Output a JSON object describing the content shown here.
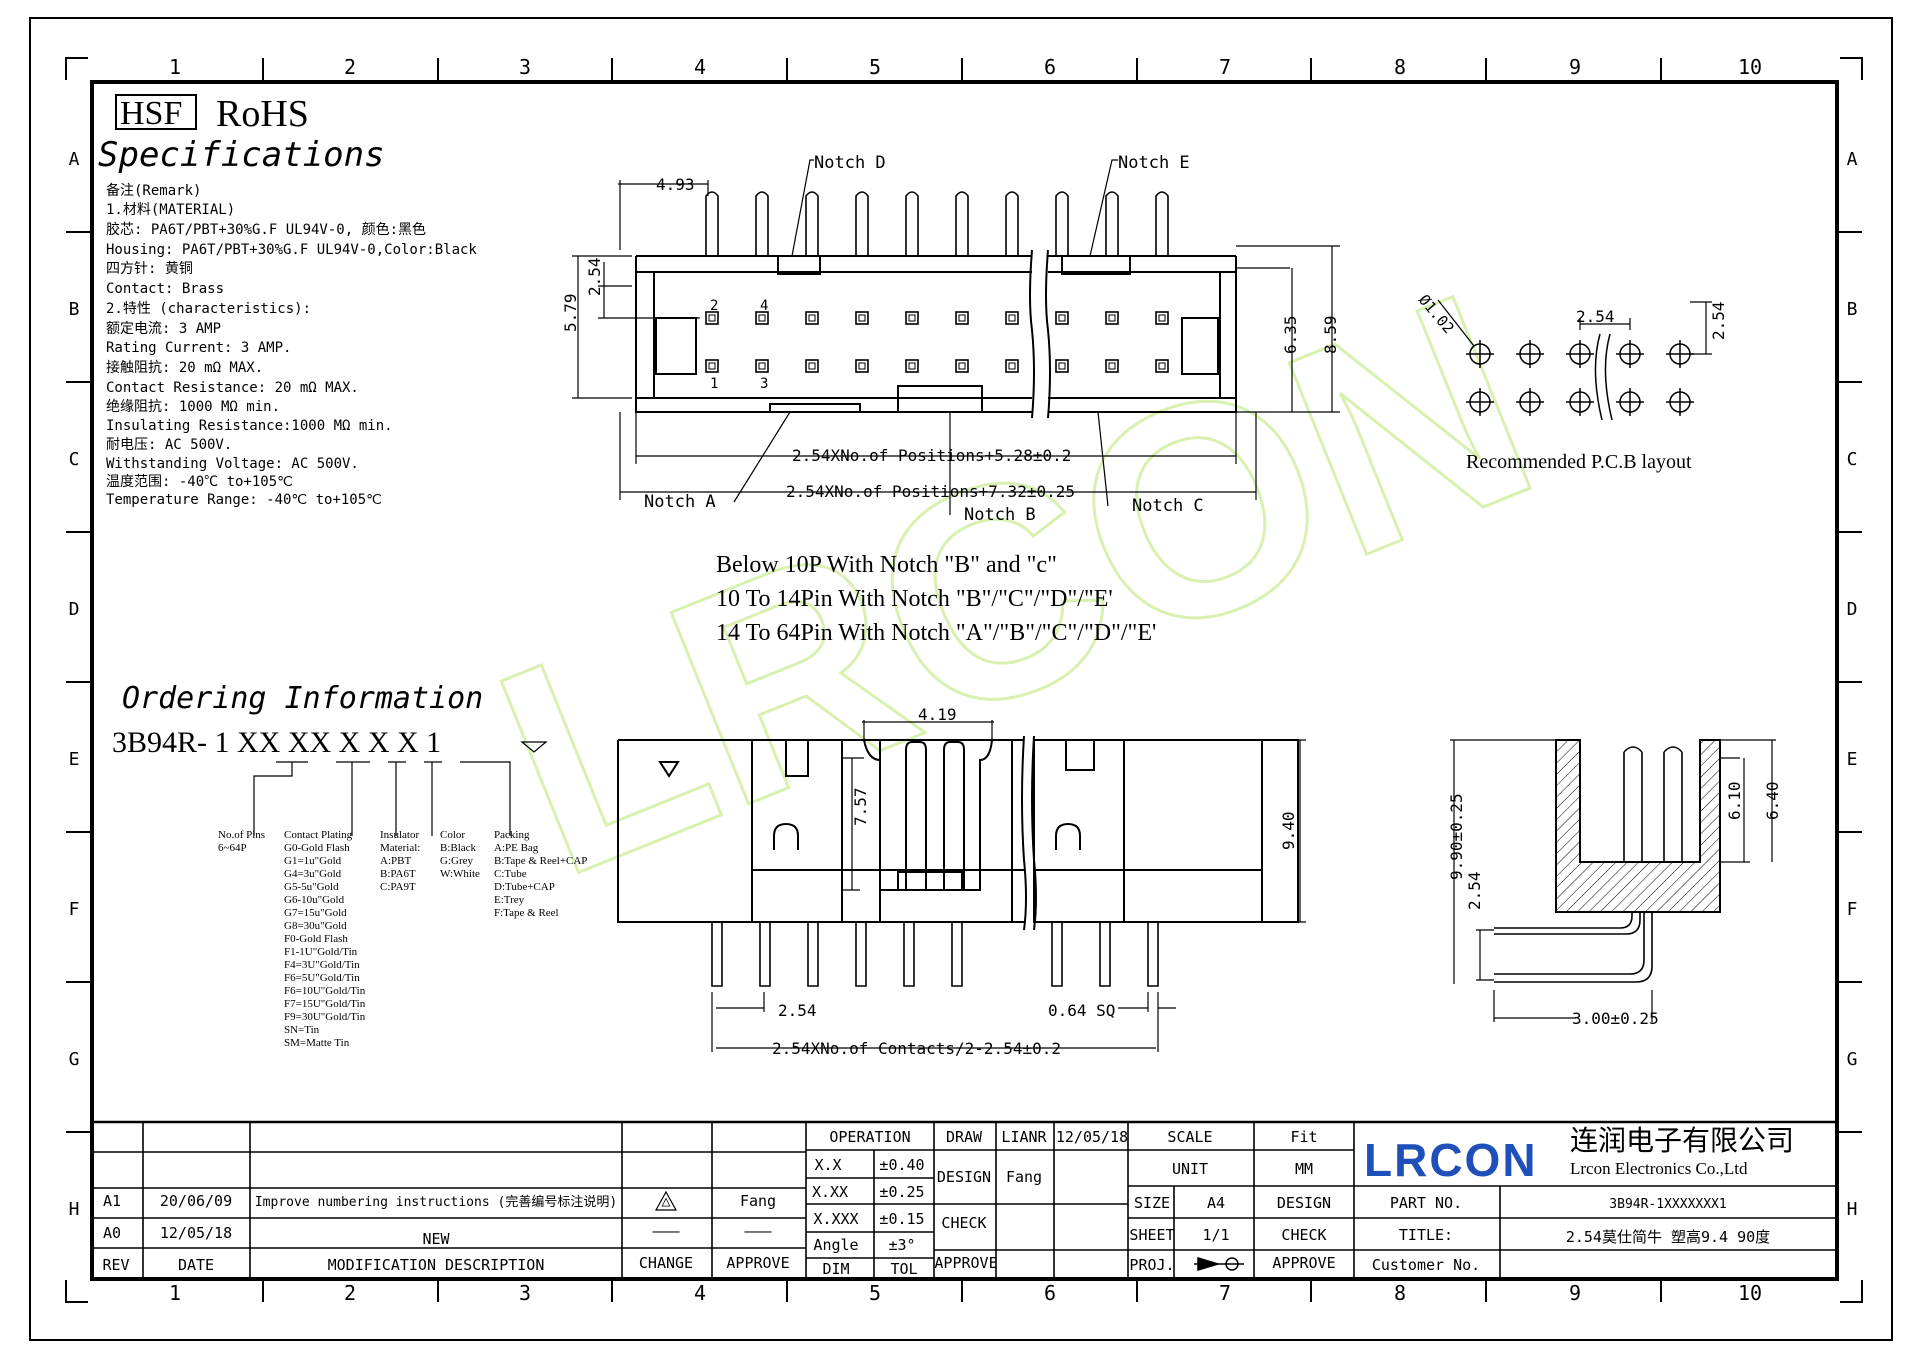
{
  "border": {
    "columns": [
      "1",
      "2",
      "3",
      "4",
      "5",
      "6",
      "7",
      "8",
      "9",
      "10"
    ],
    "rows": [
      "A",
      "B",
      "C",
      "D",
      "E",
      "F",
      "G",
      "H"
    ]
  },
  "header": {
    "hsf": "HSF",
    "rohs": "RoHS",
    "spec_title": "Specifications"
  },
  "specs": [
    "备注(Remark)",
    "1.材料(MATERIAL)",
    "胶芯: PA6T/PBT+30%G.F UL94V-0, 颜色:黑色",
    "Housing: PA6T/PBT+30%G.F UL94V-0,Color:Black",
    "四方针: 黄铜",
    "Contact: Brass",
    "2.特性 (characteristics):",
    "额定电流: 3 AMP",
    "Rating Current: 3 AMP.",
    "接触阻抗: 20 mΩ MAX.",
    "Contact Resistance: 20 mΩ MAX.",
    "绝缘阻抗: 1000 MΩ min.",
    "Insulating Resistance:1000 MΩ min.",
    "耐电压: AC 500V.",
    "Withstanding Voltage: AC 500V.",
    "温度范围: -40℃ to+105℃",
    "Temperature Range: -40℃ to+105℃"
  ],
  "top_view": {
    "notch_a": "Notch A",
    "notch_b": "Notch B",
    "notch_c": "Notch C",
    "notch_d": "Notch D",
    "notch_e": "Notch E",
    "dim_493": "4.93",
    "dim_579": "5.79",
    "dim_254": "2.54",
    "dim_635": "6.35",
    "dim_859": "8.59",
    "dim_528": "2.54XNo.of Positions+5.28±0.2",
    "dim_732": "2.54XNo.of Positions+7.32±0.25",
    "pin_2": "2",
    "pin_4": "4",
    "pin_1": "1",
    "pin_3": "3"
  },
  "pcb": {
    "dia": "Ø1.02",
    "pitch_h": "2.54",
    "pitch_v": "2.54",
    "label": "Recommended P.C.B layout"
  },
  "notes": [
    "Below  10P  With  Notch  \"B\" and \"c\"",
    "10 To 14Pin With Notch \"B\"/\"C\"/\"D\"/\"E'",
    "14 To 64Pin With Notch \"A\"/\"B\"/\"C\"/\"D\"/\"E'"
  ],
  "watermark": "LRCON",
  "ordering": {
    "title": "Ordering Information",
    "part_code": "3B94R- 1 XX XX X X X 1",
    "columns": [
      {
        "lines": [
          "No.of Pins",
          "6~64P"
        ]
      },
      {
        "lines": [
          "Contact Plating",
          "G0-Gold Flash",
          "G1=1u\"Gold",
          "G4=3u\"Gold",
          "G5-5u\"Gold",
          "G6-10u\"Gold",
          "G7=15u\"Gold",
          "G8=30u\"Gold",
          "F0-Gold Flash",
          "F1-1U\"Gold/Tin",
          "F4=3U\"Gold/Tin",
          "F6=5U\"Gold/Tin",
          "F6=10U\"Gold/Tin",
          "F7=15U\"Gold/Tin",
          "F9=30U\"Gold/Tin",
          "SN=Tin",
          "SM=Matte Tin"
        ]
      },
      {
        "lines": [
          "Insulator",
          "Material:",
          "A:PBT",
          "B:PA6T",
          "C:PA9T"
        ]
      },
      {
        "lines": [
          "Color",
          "B:Black",
          "G:Grey",
          "W:White"
        ]
      },
      {
        "lines": [
          "Packing",
          "A:PE Bag",
          "B:Tape & Reel+CAP",
          "C:Tube",
          "D:Tube+CAP",
          "E:Trey",
          "F:Tape & Reel"
        ]
      }
    ]
  },
  "front_view": {
    "dim_419": "4.19",
    "dim_757": "7.57",
    "dim_940": "9.40",
    "dim_254": "2.54",
    "dim_064": "0.64 SQ",
    "dim_contacts": "2.54XNo.of Contacts/2-2.54±0.2"
  },
  "side_view": {
    "dim_990": "9.90±0.25",
    "dim_254": "2.54",
    "dim_610": "6.10",
    "dim_640": "6.40",
    "dim_300": "3.00±0.25"
  },
  "title_block": {
    "operation": "OPERATION",
    "draw": "DRAW",
    "drawer": "LIANR",
    "draw_date": "12/05/18",
    "scale": "SCALE",
    "scale_value": "Fit",
    "unit": "UNIT",
    "unit_value": "MM",
    "design": "DESIGN",
    "designer": "Fang",
    "check": "CHECK",
    "approve": "APPROVE",
    "tol": [
      {
        "label": "X.X",
        "value": "±0.40"
      },
      {
        "label": "X.XX",
        "value": "±0.25"
      },
      {
        "label": "X.XXX",
        "value": "±0.15"
      },
      {
        "label": "Angle",
        "value": "±3°"
      }
    ],
    "dim": "DIM",
    "tol_label": "TOL",
    "size": "SIZE",
    "size_value": "A4",
    "sheet": "SHEET",
    "sheet_value": "1/1",
    "proj": "PROJ.",
    "design2": "DESIGN",
    "check2": "CHECK",
    "approve2": "APPROVE",
    "logo": "LRCON",
    "company_cn": "连润电子有限公司",
    "company_en": "Lrcon Electronics Co.,Ltd",
    "part_no_label": "PART NO.",
    "part_no": "3B94R-1XXXXXXX1",
    "title_label": "TITLE:",
    "title": "2.54莫仕简牛 塑高9.4 90度",
    "customer_no": "Customer No.",
    "rev_rows": [
      {
        "rev": "A1",
        "date": "20/06/09",
        "desc": "Improve numbering instructions (完善编号标注说明)",
        "change": "△",
        "approve": "Fang"
      },
      {
        "rev": "A0",
        "date": "12/05/18",
        "desc": "NEW",
        "change": "———",
        "approve": "———"
      }
    ],
    "rev_header": {
      "rev": "REV",
      "date": "DATE",
      "desc": "MODIFICATION DESCRIPTION",
      "change": "CHANGE",
      "approve": "APPROVE"
    }
  }
}
